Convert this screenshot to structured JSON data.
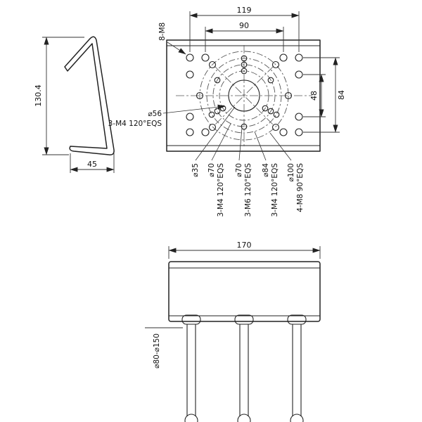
{
  "side_view": {
    "dim_height": "130.4",
    "dim_width": "45"
  },
  "front_view": {
    "dim_hole_span_outer": "119",
    "dim_hole_span_inner": "90",
    "dim_hole_rows_outer": "84",
    "dim_hole_rows_inner": "48",
    "corner_holes": "8-M8",
    "left_label": {
      "dia": "⌀56",
      "spec": "3-M4 120°EQS"
    },
    "bottom_labels": [
      {
        "dia": "⌀35",
        "spec": ""
      },
      {
        "dia": "⌀70",
        "spec": "3-M4 120°EQS"
      },
      {
        "dia": "⌀70",
        "spec": "3-M6 120°EQS"
      },
      {
        "dia": "⌀84",
        "spec": "3-M4 120°EQS"
      },
      {
        "dia": "⌀100",
        "spec": "4-M8 90°EQS"
      }
    ]
  },
  "bottom_view": {
    "dim_width": "170",
    "pole_range": "⌀80-⌀150"
  },
  "colors": {
    "line": "#222222",
    "background": "#ffffff"
  }
}
